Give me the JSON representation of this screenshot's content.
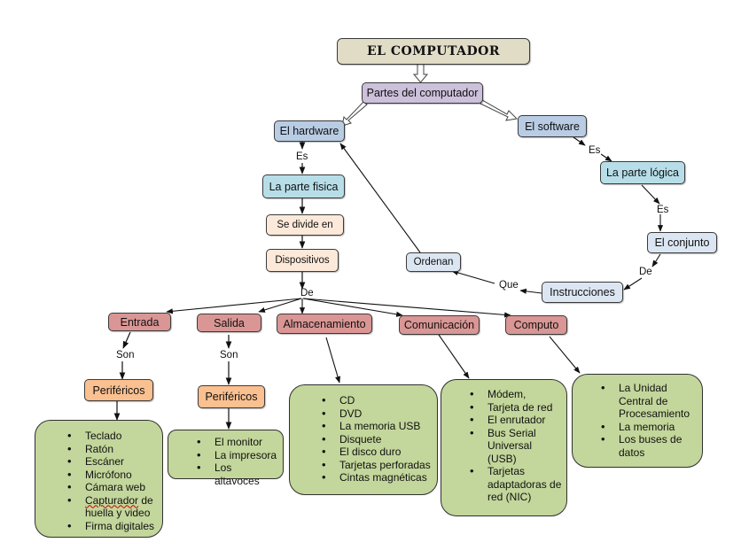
{
  "title": "EL COMPUTADOR",
  "nodes": {
    "partes": "Partes del computador",
    "hardware": "El hardware",
    "software": "El software",
    "parte_fisica": "La parte fisica",
    "se_divide": "Se divide en",
    "dispositivos": "Dispositivos",
    "parte_logica": "La parte lógica",
    "conjunto": "El conjunto",
    "instrucciones": "Instrucciones",
    "ordenan": "Ordenan",
    "entrada": "Entrada",
    "salida": "Salida",
    "almacenamiento": "Almacenamiento",
    "comunicacion": "Comunicación",
    "computo": "Computo",
    "perifericos_entrada": "Periféricos",
    "perifericos_salida": "Periféricos"
  },
  "links": {
    "hw_es": "Es",
    "sw_es": "Es",
    "logica_es": "Es",
    "conjunto_de": "De",
    "instr_que": "Que",
    "disp_de": "De",
    "entrada_son": "Son",
    "salida_son": "Son"
  },
  "lists": {
    "entrada": [
      "Teclado",
      "Ratón",
      "Escáner",
      "Micrófono",
      "Cámara web",
      "Capturador de huella y video",
      "Firma digitales"
    ],
    "salida": [
      "El monitor",
      "La impresora",
      "Los altavoces"
    ],
    "almacenamiento": [
      "CD",
      "DVD",
      "La memoria USB",
      "Disquete",
      "El disco duro",
      "Tarjetas perforadas",
      "Cintas magnéticas"
    ],
    "comunicacion": [
      "Módem,",
      "Tarjeta de red",
      "El enrutador",
      "Bus Serial Universal (USB)",
      "Tarjetas adaptadoras de red (NIC)"
    ],
    "computo": [
      "La Unidad Central de Procesamiento",
      "La memoria",
      "Los buses de datos"
    ]
  },
  "colors": {
    "title": "#e1dcc6",
    "partes": "#ccc0da",
    "hardware_software": "#b8cce4",
    "parte": "#b7dee8",
    "light": "#dce6f2",
    "peach": "#fde9d9",
    "categories": "#d99694",
    "perifericos": "#fac090",
    "lists": "#c3d69b"
  }
}
